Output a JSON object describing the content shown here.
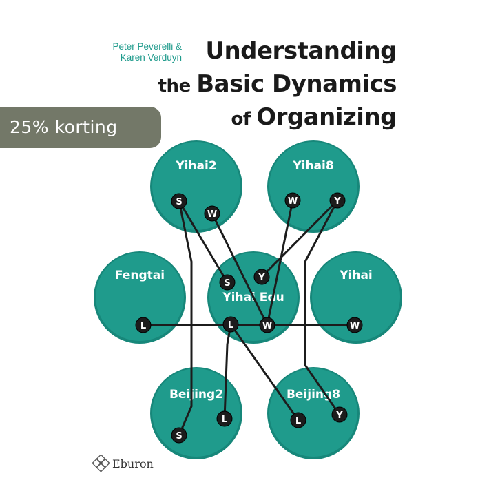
{
  "cover": {
    "authors": [
      "Peter Peverelli &",
      "Karen Verduyn"
    ],
    "title_lines": [
      {
        "pre": "",
        "main": "Understanding"
      },
      {
        "pre": "the ",
        "main": "Basic Dynamics"
      },
      {
        "pre": "of ",
        "main": "Organizing"
      }
    ],
    "publisher": "Eburon",
    "colors": {
      "teal": "#1f9b8c",
      "node": "#1c1c1c",
      "badge": "#737868"
    }
  },
  "badge": {
    "label": "25% korting"
  },
  "diagram": {
    "circles": [
      {
        "id": "yihai2",
        "label": "Yihai2"
      },
      {
        "id": "yihai8",
        "label": "Yihai8"
      },
      {
        "id": "fengtai",
        "label": "Fengtai"
      },
      {
        "id": "yihaiedu",
        "label": "Yihai Edu"
      },
      {
        "id": "yihai",
        "label": "Yihai"
      },
      {
        "id": "beijing2",
        "label": "Beijing2"
      },
      {
        "id": "beijing8",
        "label": "Beijing8"
      }
    ],
    "nodes": [
      {
        "id": "y2s",
        "letter": "S"
      },
      {
        "id": "y2w",
        "letter": "W"
      },
      {
        "id": "y8w",
        "letter": "W"
      },
      {
        "id": "y8y",
        "letter": "Y"
      },
      {
        "id": "eds",
        "letter": "S"
      },
      {
        "id": "edy",
        "letter": "Y"
      },
      {
        "id": "edl",
        "letter": "L"
      },
      {
        "id": "edw",
        "letter": "W"
      },
      {
        "id": "fl",
        "letter": "L"
      },
      {
        "id": "yw",
        "letter": "W"
      },
      {
        "id": "b2s",
        "letter": "S"
      },
      {
        "id": "b2l",
        "letter": "L"
      },
      {
        "id": "b8l",
        "letter": "L"
      },
      {
        "id": "b8y",
        "letter": "Y"
      }
    ]
  }
}
